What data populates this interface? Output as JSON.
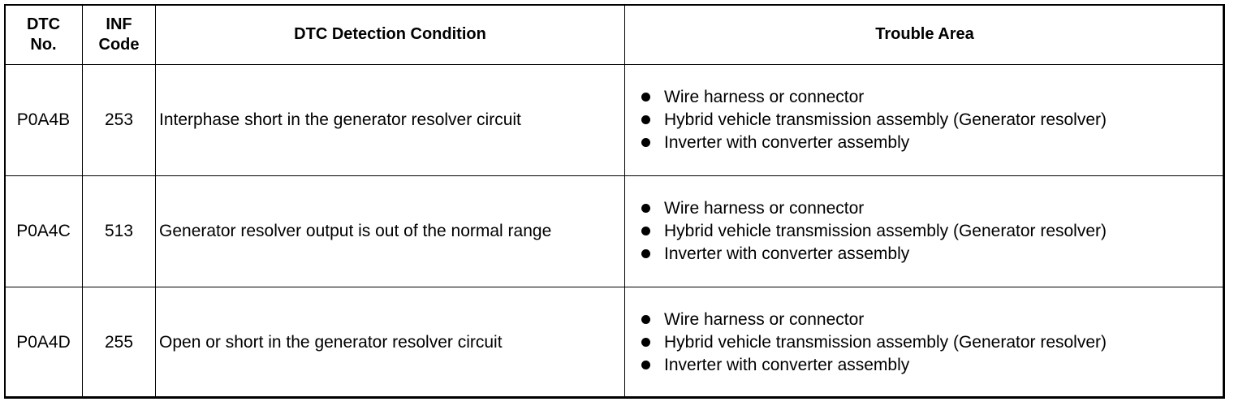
{
  "headers": {
    "dtc_no": "DTC No.",
    "inf_code": "INF Code",
    "condition": "DTC Detection Condition",
    "trouble_area": "Trouble Area"
  },
  "rows": [
    {
      "dtc": "P0A4B",
      "inf": "253",
      "condition": "Interphase short in the generator resolver circuit",
      "trouble": [
        "Wire harness or connector",
        "Hybrid vehicle transmission assembly (Generator resolver)",
        "Inverter with converter assembly"
      ]
    },
    {
      "dtc": "P0A4C",
      "inf": "513",
      "condition": "Generator resolver output is out of the normal range",
      "trouble": [
        "Wire harness or connector",
        "Hybrid vehicle transmission assembly (Generator resolver)",
        "Inverter with converter assembly"
      ]
    },
    {
      "dtc": "P0A4D",
      "inf": "255",
      "condition": "Open or short in the generator resolver circuit",
      "trouble": [
        "Wire harness or connector",
        "Hybrid vehicle transmission assembly (Generator resolver)",
        "Inverter with converter assembly"
      ]
    }
  ]
}
